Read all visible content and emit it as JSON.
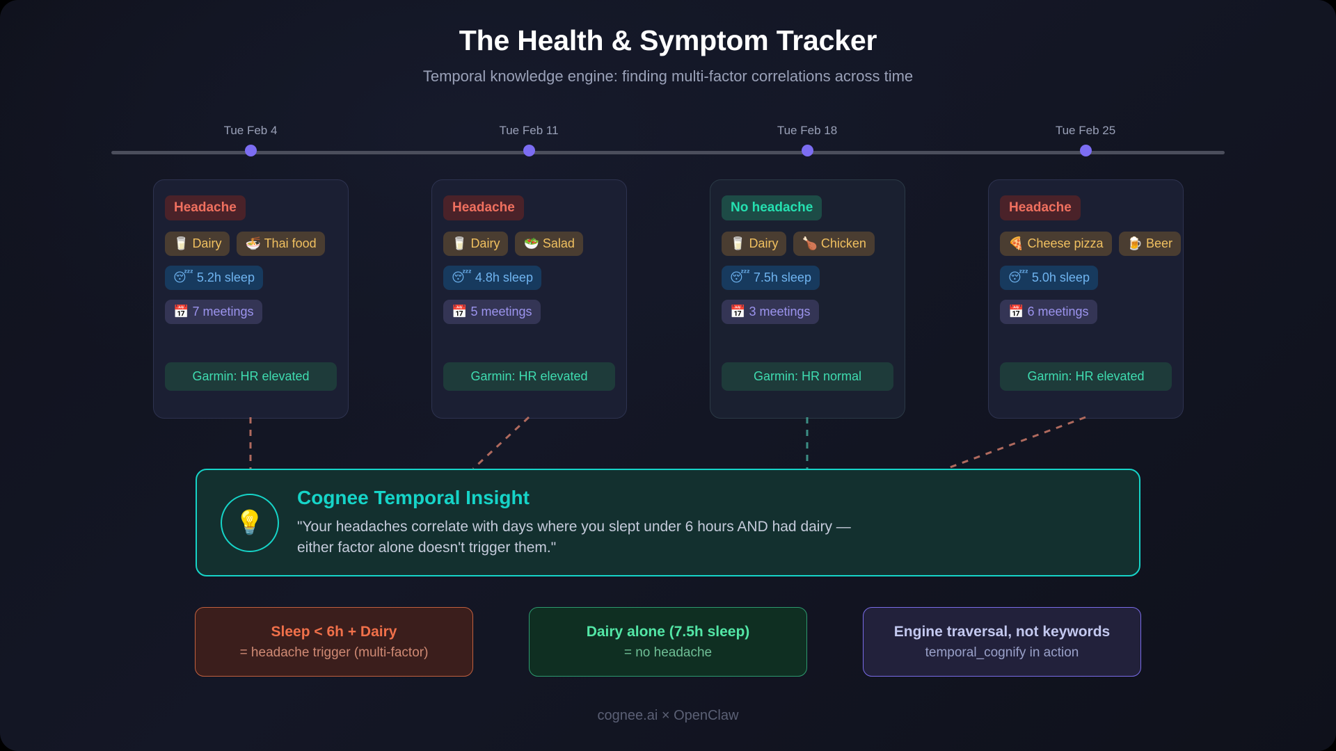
{
  "header": {
    "title": "The Health & Symptom Tracker",
    "subtitle": "Temporal knowledge engine: finding multi-factor correlations across time"
  },
  "timeline": {
    "line_color": "#4b4e5c",
    "dot_color": "#7c6df2",
    "points": [
      {
        "label": "Tue Feb 4"
      },
      {
        "label": "Tue Feb 11"
      },
      {
        "label": "Tue Feb 18"
      },
      {
        "label": "Tue Feb 25"
      }
    ]
  },
  "cards": [
    {
      "status": {
        "label": "Headache",
        "kind": "bad"
      },
      "foods": [
        {
          "icon": "milk-icon",
          "glyph": "🥛",
          "label": "Dairy"
        },
        {
          "icon": "noodles-icon",
          "glyph": "🍜",
          "label": "Thai food"
        }
      ],
      "sleep": {
        "icon": "sleeping-face-icon",
        "glyph": "😴",
        "label": "5.2h sleep",
        "hours": 5.2
      },
      "meetings": {
        "icon": "calendar-icon",
        "glyph": "📅",
        "label": "7 meetings",
        "count": 7
      },
      "device": {
        "label": "Garmin: HR elevated",
        "kind": "elevated"
      }
    },
    {
      "status": {
        "label": "Headache",
        "kind": "bad"
      },
      "foods": [
        {
          "icon": "milk-icon",
          "glyph": "🥛",
          "label": "Dairy"
        },
        {
          "icon": "salad-icon",
          "glyph": "🥗",
          "label": "Salad"
        }
      ],
      "sleep": {
        "icon": "sleeping-face-icon",
        "glyph": "😴",
        "label": "4.8h sleep",
        "hours": 4.8
      },
      "meetings": {
        "icon": "calendar-icon",
        "glyph": "📅",
        "label": "5 meetings",
        "count": 5
      },
      "device": {
        "label": "Garmin: HR elevated",
        "kind": "elevated"
      }
    },
    {
      "status": {
        "label": "No headache",
        "kind": "good"
      },
      "foods": [
        {
          "icon": "milk-icon",
          "glyph": "🥛",
          "label": "Dairy"
        },
        {
          "icon": "chicken-icon",
          "glyph": "🍗",
          "label": "Chicken"
        }
      ],
      "sleep": {
        "icon": "sleeping-face-icon",
        "glyph": "😴",
        "label": "7.5h sleep",
        "hours": 7.5
      },
      "meetings": {
        "icon": "calendar-icon",
        "glyph": "📅",
        "label": "3 meetings",
        "count": 3
      },
      "device": {
        "label": "Garmin: HR normal",
        "kind": "normal"
      }
    },
    {
      "status": {
        "label": "Headache",
        "kind": "bad"
      },
      "foods": [
        {
          "icon": "pizza-icon",
          "glyph": "🍕",
          "label": "Cheese pizza"
        },
        {
          "icon": "beer-icon",
          "glyph": "🍺",
          "label": "Beer"
        }
      ],
      "sleep": {
        "icon": "sleeping-face-icon",
        "glyph": "😴",
        "label": "5.0h sleep",
        "hours": 5.0
      },
      "meetings": {
        "icon": "calendar-icon",
        "glyph": "📅",
        "label": "6 meetings",
        "count": 6
      },
      "device": {
        "label": "Garmin: HR elevated",
        "kind": "elevated"
      }
    }
  ],
  "insight": {
    "icon": "lightbulb-icon",
    "icon_glyph": "💡",
    "title": "Cognee Temporal Insight",
    "quote_line1": "\"Your headaches correlate with days where you slept under 6 hours AND had dairy —",
    "quote_line2": "either factor alone doesn't trigger them.\"",
    "accent": "#16d4c8"
  },
  "conclusions": [
    {
      "primary": "Sleep < 6h + Dairy",
      "secondary": "= headache trigger (multi-factor)",
      "accent": "#f0704a"
    },
    {
      "primary": "Dairy alone (7.5h sleep)",
      "secondary": "= no headache",
      "accent": "#53e6a6"
    },
    {
      "primary": "Engine traversal, not keywords",
      "secondary": "temporal_cognify in action",
      "accent": "#c3c8ef"
    }
  ],
  "footer": {
    "text": "cognee.ai × OpenClaw"
  }
}
